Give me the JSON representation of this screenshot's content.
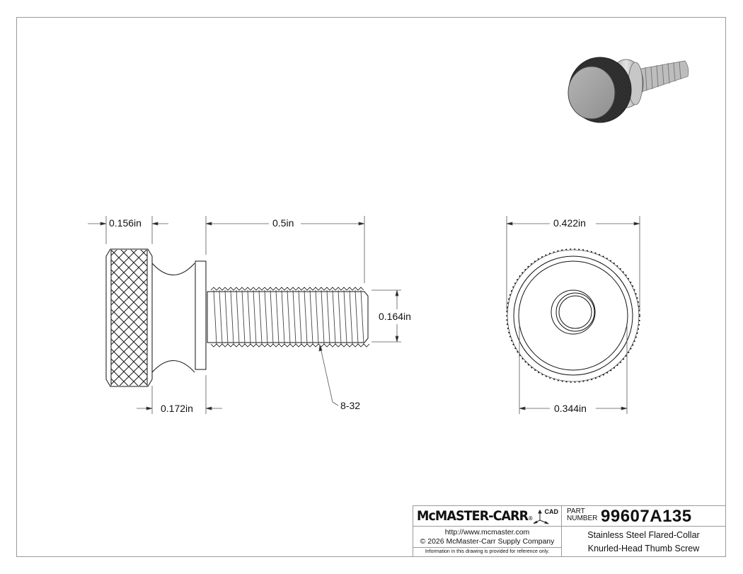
{
  "drawing": {
    "views": [
      "side-view",
      "end-view",
      "isometric-view"
    ],
    "dimensions": {
      "head_width": "0.156in",
      "thread_length": "0.5in",
      "thread_diameter": "0.164in",
      "collar_width": "0.172in",
      "thread_callout": "8-32",
      "head_diameter": "0.422in",
      "collar_diameter": "0.344in"
    }
  },
  "title_block": {
    "brand": "McMASTER-CARR",
    "registered_mark": "®",
    "cad_label": "CAD",
    "part_label_line1": "PART",
    "part_label_line2": "NUMBER",
    "part_number": "99607A135",
    "website": "http://www.mcmaster.com",
    "copyright": "© 2026 McMaster-Carr Supply Company",
    "disclaimer": "Information in this drawing is provided for reference only.",
    "description_line1": "Stainless Steel Flared-Collar",
    "description_line2": "Knurled-Head Thumb Screw"
  },
  "colors": {
    "line": "#111111",
    "dim_line": "#555555",
    "border": "#9a9a9a",
    "render_gray": "#9c9c9c"
  }
}
